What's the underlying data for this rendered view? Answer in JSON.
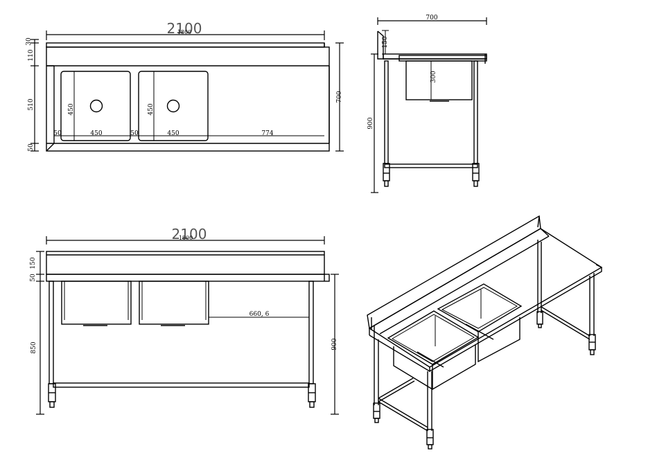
{
  "top_view": {
    "overall_length": "2100",
    "inner_length": "1800",
    "depth": "700",
    "backsplash": "30",
    "top_rim": "110",
    "bowl_zone": "510",
    "front_rim": "50",
    "bowl_width_1": "450",
    "bowl_width_2": "450",
    "bowl_depth_1": "450",
    "bowl_depth_2": "450",
    "gap_1": "50",
    "gap_2": "50",
    "drainboard": "774"
  },
  "side_view": {
    "depth": "700",
    "upstand": "150",
    "bowl_depth": "300",
    "height": "900"
  },
  "front_view": {
    "overall_length": "2100",
    "inner_length": "1800",
    "upstand": "150",
    "top_thickness": "50",
    "leg_height": "850",
    "height": "900",
    "drain_dim": "660, 6"
  }
}
